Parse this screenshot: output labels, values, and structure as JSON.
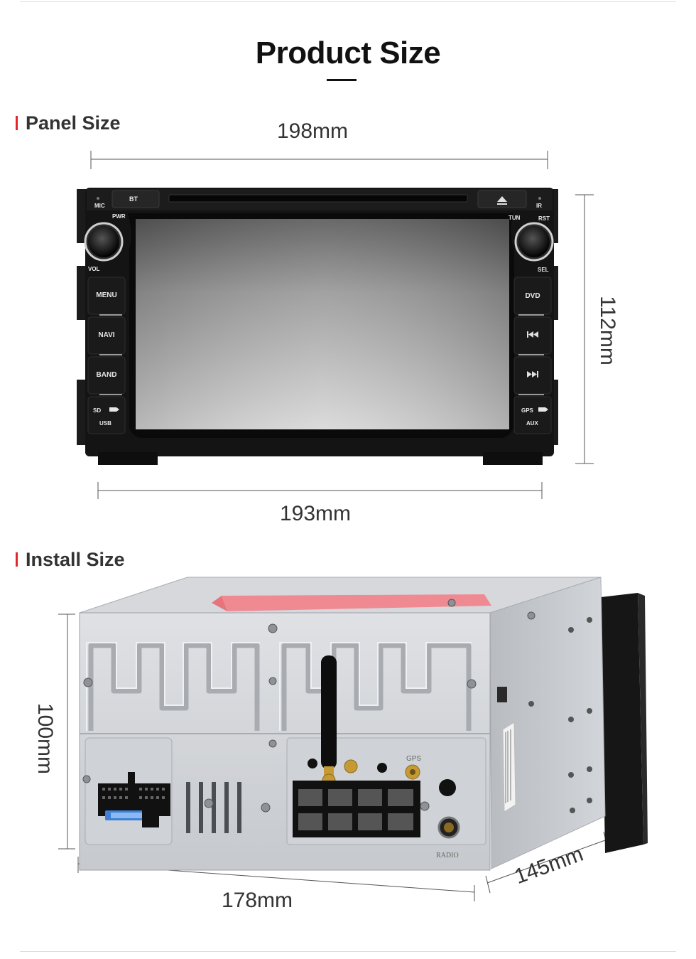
{
  "title": "Product Size",
  "sections": {
    "panel": "Panel Size",
    "install": "Install Size"
  },
  "dimensions": {
    "panel_width_top": "198mm",
    "panel_height": "112mm",
    "panel_width_bottom": "193mm",
    "install_height": "100mm",
    "install_width": "178mm",
    "install_depth": "145mm"
  },
  "panel_buttons": {
    "mic": "MIC",
    "bt": "BT",
    "ir": "IR",
    "pwr": "PWR",
    "tun": "TUN",
    "rst": "RST",
    "vol": "VOL",
    "sel": "SEL",
    "menu": "MENU",
    "navi": "NAVI",
    "band": "BAND",
    "sd": "SD",
    "usb": "USB",
    "dvd": "DVD",
    "gps": "GPS",
    "aux": "AUX"
  },
  "unit_labels": {
    "gps": "GPS",
    "radio": "RADIO"
  },
  "colors": {
    "accent": "#e2262b",
    "panel_body": "#141414",
    "chassis": "#c9ccd0"
  }
}
